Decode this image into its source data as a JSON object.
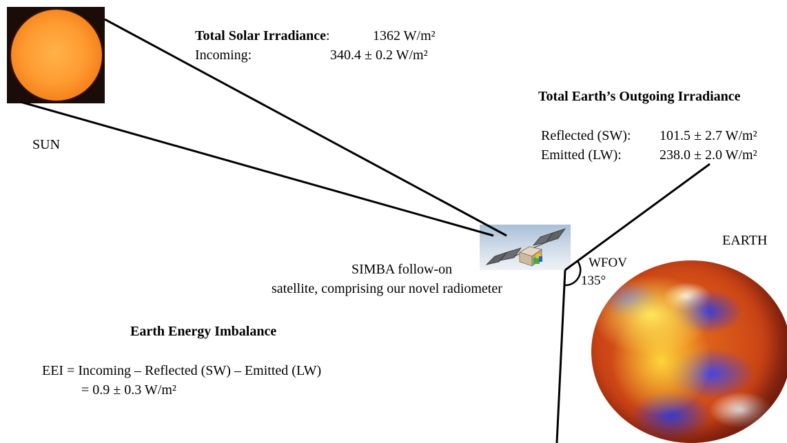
{
  "sun": {
    "label": "SUN"
  },
  "solar": {
    "tsi_label": "Total Solar Irradiance",
    "tsi_sep": ":",
    "tsi_value": "1362 W/m²",
    "incoming_label": "Incoming:",
    "incoming_value": "340.4 ± 0.2 W/m²"
  },
  "outgoing": {
    "title": "Total Earth’s Outgoing Irradiance",
    "reflected_label": "Reflected (SW):",
    "reflected_value": "101.5 ± 2.7 W/m²",
    "emitted_label": "Emitted (LW):",
    "emitted_value": "238.0 ± 2.0 W/m²"
  },
  "satellite": {
    "line1": "SIMBA follow-on",
    "line2": "satellite, comprising our novel radiometer"
  },
  "fov": {
    "label": "WFOV",
    "angle": "135°"
  },
  "earth": {
    "label": "EARTH"
  },
  "eei": {
    "title": "Earth Energy Imbalance",
    "equation": "EEI = Incoming – Reflected (SW) – Emitted (LW)",
    "result": "= 0.9 ± 0.3 W/m²"
  },
  "colors": {
    "sun": "#ff9b30",
    "earth_warm": "#cc4416",
    "earth_cloud": "#3b3bd8",
    "line": "#000000"
  }
}
